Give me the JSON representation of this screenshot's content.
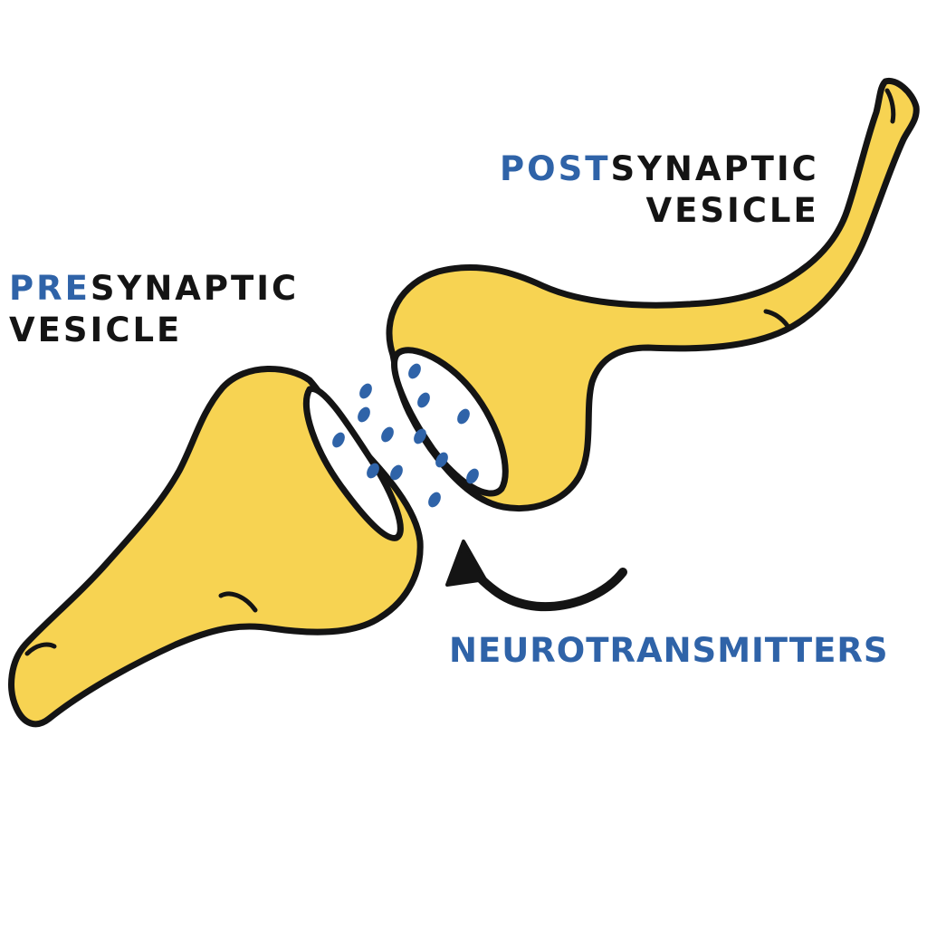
{
  "colors": {
    "neuron_fill": "#f7d352",
    "outline": "#141414",
    "accent": "#2f63a8",
    "text": "#141414",
    "background": "#ffffff"
  },
  "labels": {
    "presynaptic": {
      "prefix": "PRE",
      "rest": "SYNAPTIC",
      "line2": "VESICLE"
    },
    "postsynaptic": {
      "prefix": "POST",
      "rest": "SYNAPTIC",
      "line2": "VESICLE"
    },
    "neurotransmitters": "NEUROTRANSMITTERS"
  }
}
